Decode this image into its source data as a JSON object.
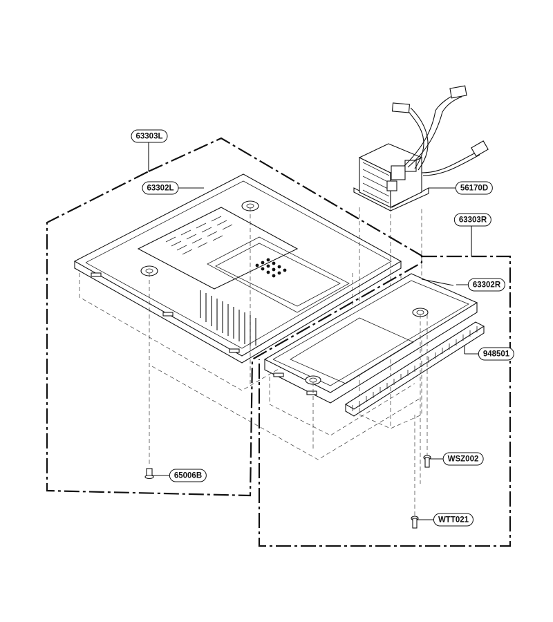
{
  "diagram": {
    "parts": {
      "p63303L": "63303L",
      "p63302L": "63302L",
      "p56170D": "56170D",
      "p63303R": "63303R",
      "p63302R": "63302R",
      "p948501": "948501",
      "pWSZ002": "WSZ002",
      "p65006B": "65006B",
      "pWTT021": "WTT021"
    }
  }
}
